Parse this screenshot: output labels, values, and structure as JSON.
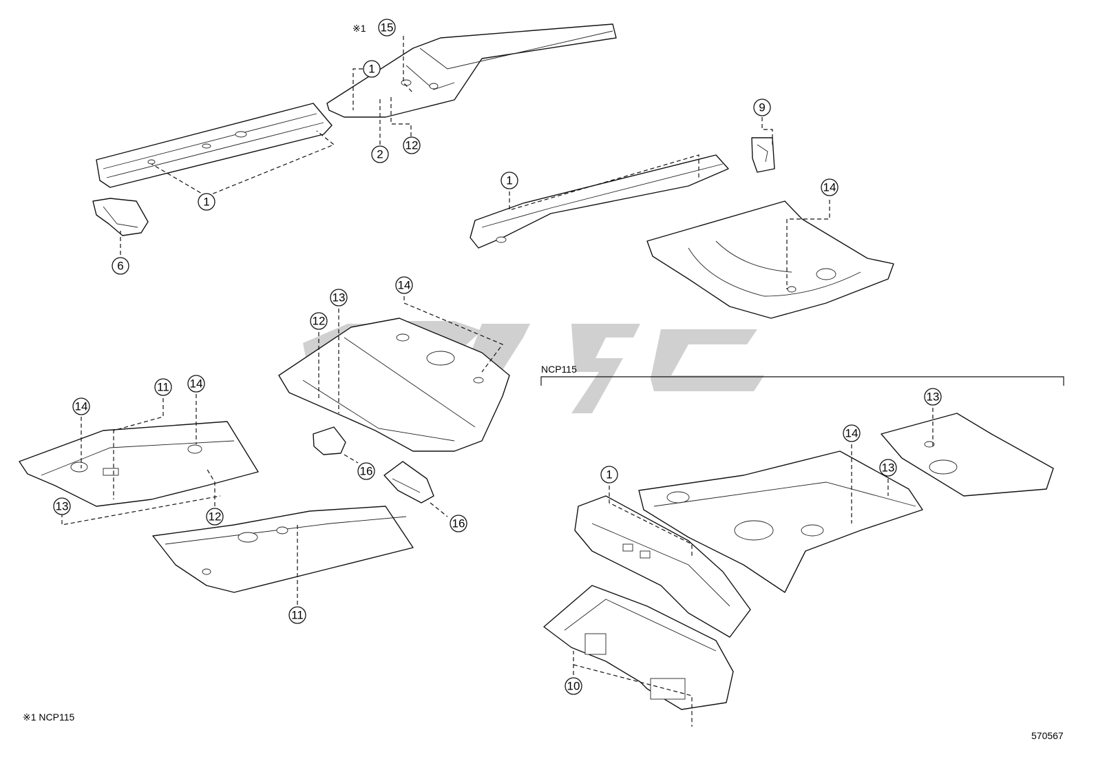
{
  "diagram": {
    "group_label": "NCP115",
    "footnote_symbol": "※1",
    "footnote_text": "※1 NCP115",
    "illustration_number": "570567",
    "callouts": [
      "1",
      "1",
      "1",
      "1",
      "2",
      "6",
      "9",
      "10",
      "11",
      "11",
      "12",
      "12",
      "12",
      "13",
      "13",
      "13",
      "13",
      "14",
      "14",
      "14",
      "14",
      "14",
      "15",
      "16",
      "16"
    ]
  }
}
